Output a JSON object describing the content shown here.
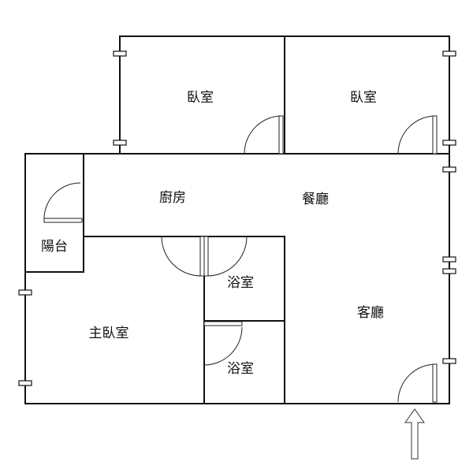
{
  "rooms": {
    "bedroom_1": "臥室",
    "bedroom_2": "臥室",
    "kitchen": "廚房",
    "dining": "餐廳",
    "balcony": "陽台",
    "master_bedroom": "主臥室",
    "bathroom_1": "浴室",
    "bathroom_2": "浴室",
    "living_room": "客廳"
  }
}
